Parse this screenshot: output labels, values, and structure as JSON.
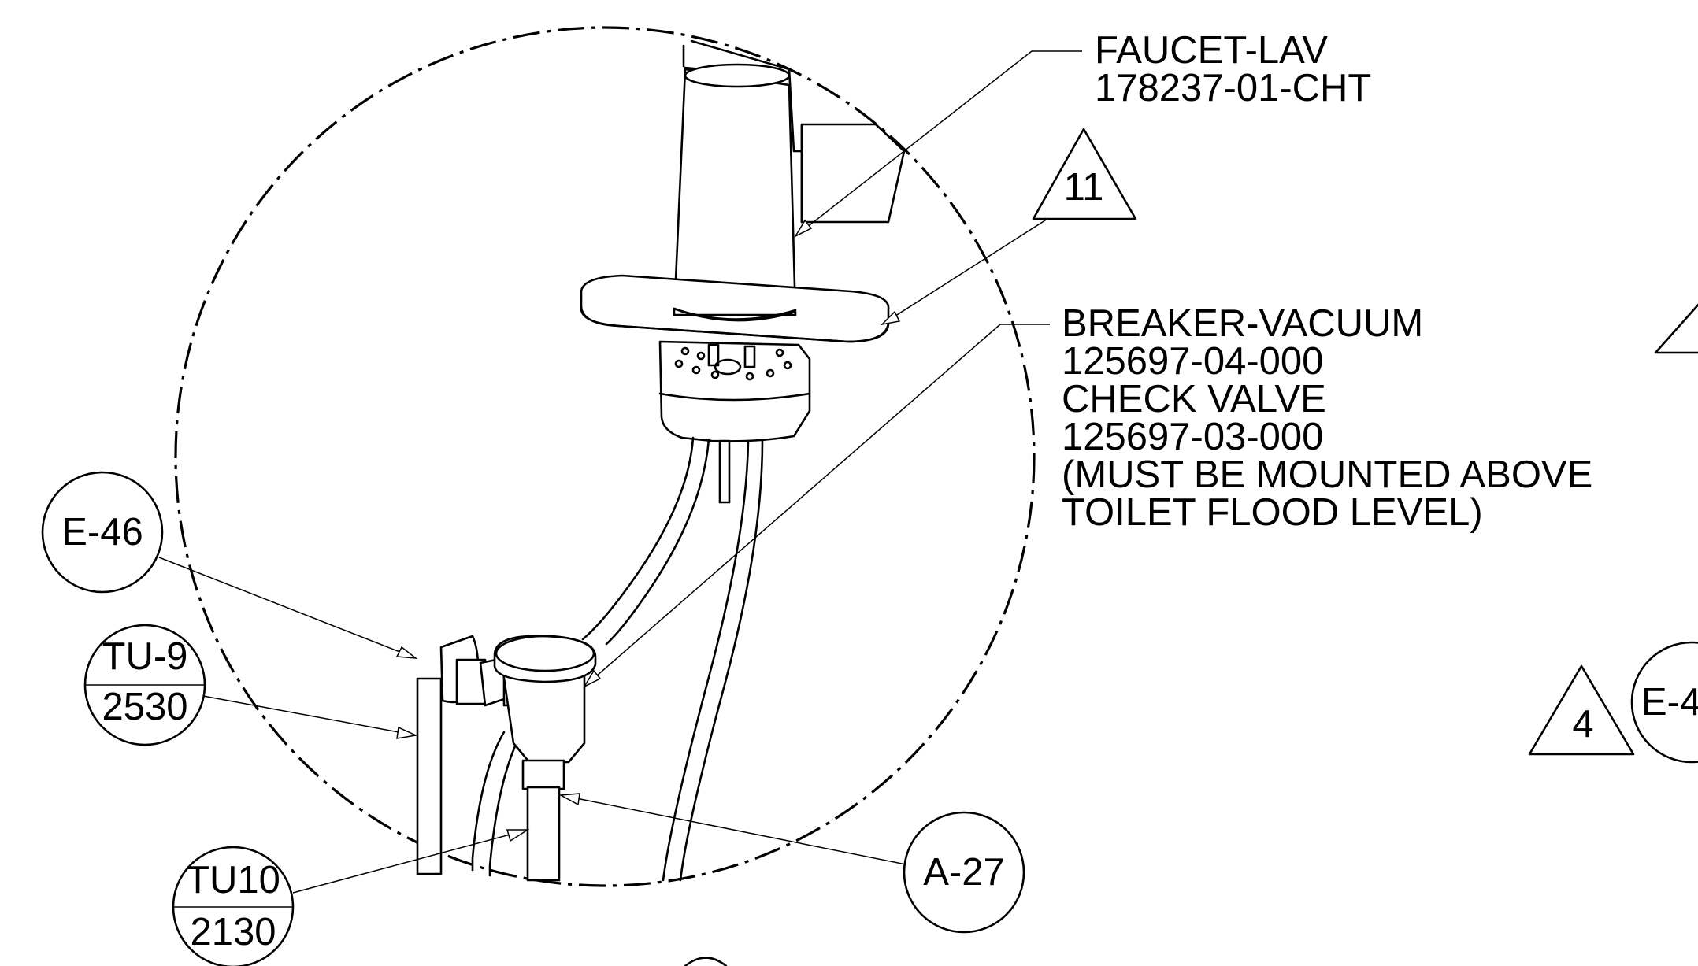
{
  "callouts": {
    "faucet": {
      "line1": "FAUCET-LAV",
      "line2": "178237-01-CHT"
    },
    "breaker": {
      "line1": "BREAKER-VACUUM",
      "line2": "125697-04-000",
      "line3": "CHECK VALVE",
      "line4": "125697-03-000",
      "line5": "(MUST BE MOUNTED ABOVE",
      "line6": "TOILET FLOOD LEVEL)"
    }
  },
  "flags": {
    "flag_11": "11",
    "flag_4": "4"
  },
  "balloons": {
    "e46": "E-46",
    "tu9_top": "TU-9",
    "tu9_bottom": "2530",
    "tu10_top": "TU10",
    "tu10_bottom": "2130",
    "a27": "A-27",
    "e4_partial": "E-4"
  }
}
